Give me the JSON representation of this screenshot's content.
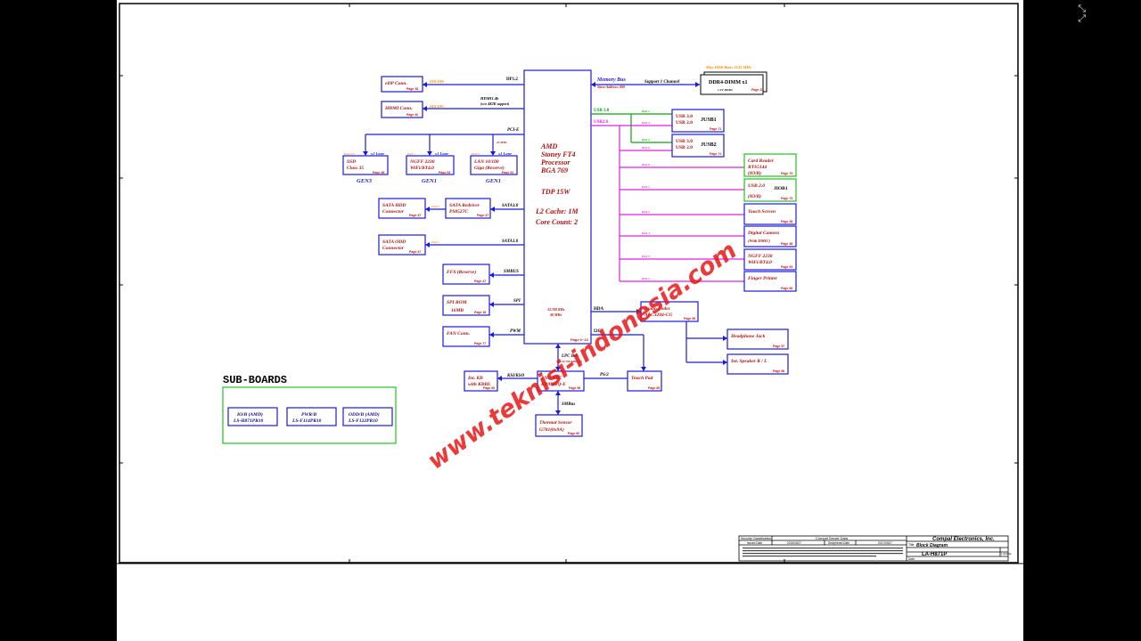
{
  "corner_icon": "exit-fullscreen-icon",
  "cpu": {
    "lines": [
      "AMD",
      "Stoney FT4",
      "Processor",
      "BGA 769"
    ],
    "tdp": "TDP 15W",
    "cache": "L2 Cache: 1M",
    "cores": "Core Count: 2",
    "clock1": "32.768 KHz",
    "clock2": "48 MHz",
    "page": "Page 6~13"
  },
  "buses": {
    "dp12": "DP1.2",
    "hdmi1": "HDMI1.4b",
    "hdmi2": "(w/o 4K2K support)",
    "pcie": "PCI-E",
    "pcie_clk": "25 MHz",
    "sata3": "SATA3.0",
    "sata1": "SATA1.0",
    "smbus": "SMBUS",
    "spi": "SPI",
    "pwm": "PWM",
    "hda": "HDA",
    "i2c": "I2C",
    "lpc": "LPC Bus",
    "lpc_clk": "32.768 KHz (@)",
    "ps2": "PS/2",
    "kbsio": "KSI/KSO",
    "smbus2": "SMBus",
    "usb30": "USB 3.0",
    "usb20": "USB2.0",
    "mem": "Memory Bus",
    "slave": "Slave Address: 000",
    "support": "Support 1 Channel",
    "max_ddr": "Max DDR Rate: 2133 MHz",
    "ddi0": "DDI-DP0",
    "ddi1": "DDI-DP1"
  },
  "ddr": {
    "title": "DDR4-DIMM x1",
    "volt": "1.2V DDR4",
    "page": "Page 22"
  },
  "left_boxes": {
    "edp": {
      "label": "eDP Conn.",
      "page": "Page 38"
    },
    "hdmi": {
      "label": "HDMI Conn.",
      "page": "Page 40"
    },
    "ssd": {
      "l1": "SSD",
      "l2": "Class 35",
      "page": "Page 48",
      "port": "Port 2,3",
      "lane": "x2 Lane",
      "gen": "GEN3"
    },
    "ngff": {
      "l1": "NGFF 2230",
      "l2": "WiFi/BT4.0",
      "page": "Page 53",
      "port": "Port 1",
      "lane": "x1 Lane",
      "gen": "GEN1"
    },
    "lan": {
      "l1": "LAN 10/100",
      "l2": "Giga (Reserve)",
      "page": "Page 51",
      "port": "Port 0",
      "lane": "x1 Lane",
      "gen": "GEN1"
    },
    "redriver": {
      "l1": "SATA Redriver",
      "l2": "PS8527C",
      "page": "Page 47"
    },
    "sata_hdd": {
      "l1": "SATA HDD",
      "l2": "Connector",
      "page": "Page 47",
      "port": "Port 0"
    },
    "sata_odd": {
      "l1": "SATA ODD",
      "l2": "Connector",
      "page": "Page 47",
      "port": "Port 1"
    },
    "ffs": {
      "label": "FFS (Reserve)",
      "page": "Page 47"
    },
    "spi": {
      "l1": "SPI ROM",
      "l2": "16MB",
      "page": "Page 18"
    },
    "fan": {
      "label": "FAN Conn.",
      "page": "Page 77"
    }
  },
  "right_boxes": {
    "jusb1": {
      "l1": "USB 3.0",
      "l2": "USB 2.0",
      "name": "JUSB1",
      "page": "Page 71",
      "p30": "Port 1",
      "p20": "Port 3"
    },
    "jusb2": {
      "l1": "USB 3.0",
      "l2": "USB 2.0",
      "name": "JUSB2",
      "page": "Page 71",
      "p30": "Port 2",
      "p20": "Port 6"
    },
    "card": {
      "l1": "Card Reader",
      "l2": "RTS5144",
      "l3": "(IO/B)",
      "page": "Page 73",
      "port": "Port 0"
    },
    "usb20": {
      "l1": "USB 2.0",
      "l2": "(IO/B)",
      "name": "JIOB1",
      "page": "Page 73",
      "port": "Port 1"
    },
    "touch": {
      "label": "Touch Screen",
      "page": "Page 38",
      "port": "Port 2"
    },
    "camera": {
      "l1": "Digital Camera",
      "l2": "(With DMIC)",
      "page": "Page 38",
      "port": "Port 4"
    },
    "ngff": {
      "l1": "NGFF 2230",
      "l2": "WiFi/BT4.0",
      "page": "Page 53",
      "port": "Port 5"
    },
    "finger": {
      "label": "Finger Printer",
      "page": "Page 66",
      "port": "Port 7"
    },
    "audio": {
      "l1": "Audio Codec",
      "l2": "ALC3204-CG",
      "page": "Page 56"
    },
    "headphone": {
      "label": "Headphone Jack",
      "page": "Page 57"
    },
    "speaker": {
      "label": "Int. Speaker R / L",
      "page": "Page 56"
    },
    "touchpad": {
      "label": "Touch Pad",
      "page": "Page 65"
    }
  },
  "bottom_boxes": {
    "kbc": {
      "l1": "ENE KBC",
      "l2": "KB9542Q-E",
      "page": "Page 58"
    },
    "intkb": {
      "l1": "Int. KB",
      "l2": "with KBBL",
      "page": "Page 60"
    },
    "thermal": {
      "l1": "Thermal Sensor",
      "l2": "G781(0x9A)",
      "page": "Page 60"
    }
  },
  "subboards": {
    "title": "SUB-BOARDS",
    "items": [
      {
        "l1": "IO/B (AMD)",
        "l2": "LS-H871PR10"
      },
      {
        "l1": "PWR/B",
        "l2": "LS-F114PR10"
      },
      {
        "l1": "ODD/B (AMD)",
        "l2": "LS-F122PR10"
      }
    ]
  },
  "title_block": {
    "company": "Compal Electronics, Inc.",
    "security": "Security Classification",
    "secret": "Compal Secret Data",
    "issued": "Issued Date",
    "issued_date": "2015/03/27",
    "decipher": "Deciphered Date",
    "decipher_date": "2017/03/27",
    "title_label": "Title",
    "title": "Block Diagram",
    "doc": "LA-H871P",
    "rev": "1.0(A00)",
    "date_label": "Date:"
  },
  "watermark": "www.teknisi-indonesia.com"
}
